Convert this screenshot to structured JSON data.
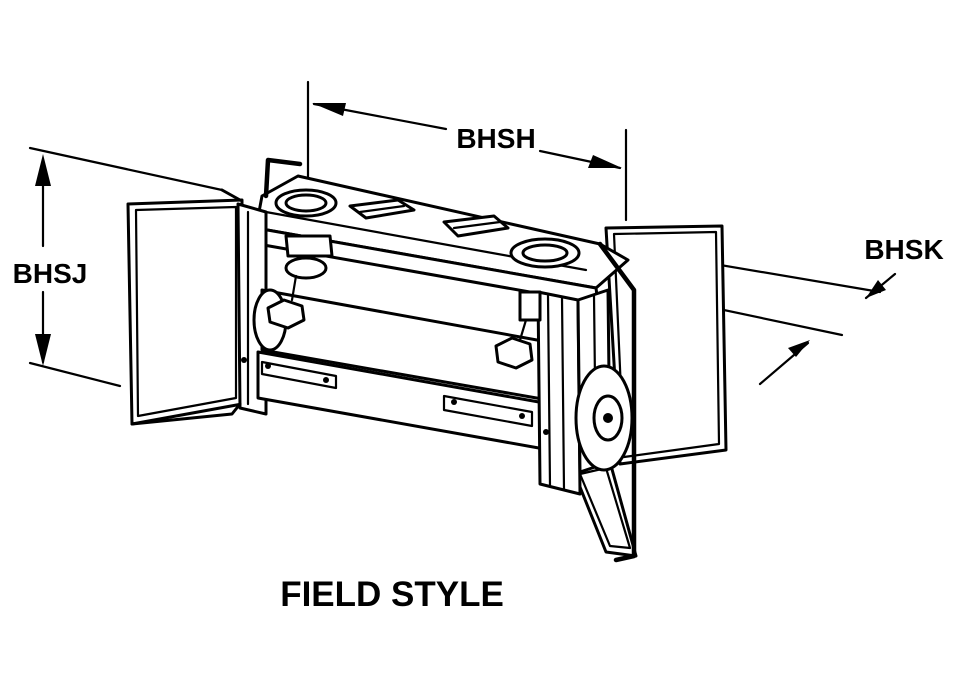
{
  "diagram": {
    "caption": "FIELD STYLE",
    "dimensions": {
      "length": "BHSH",
      "height": "BHSJ",
      "depth": "BHSK"
    },
    "colors": {
      "line": "#000000",
      "background": "#ffffff"
    }
  }
}
